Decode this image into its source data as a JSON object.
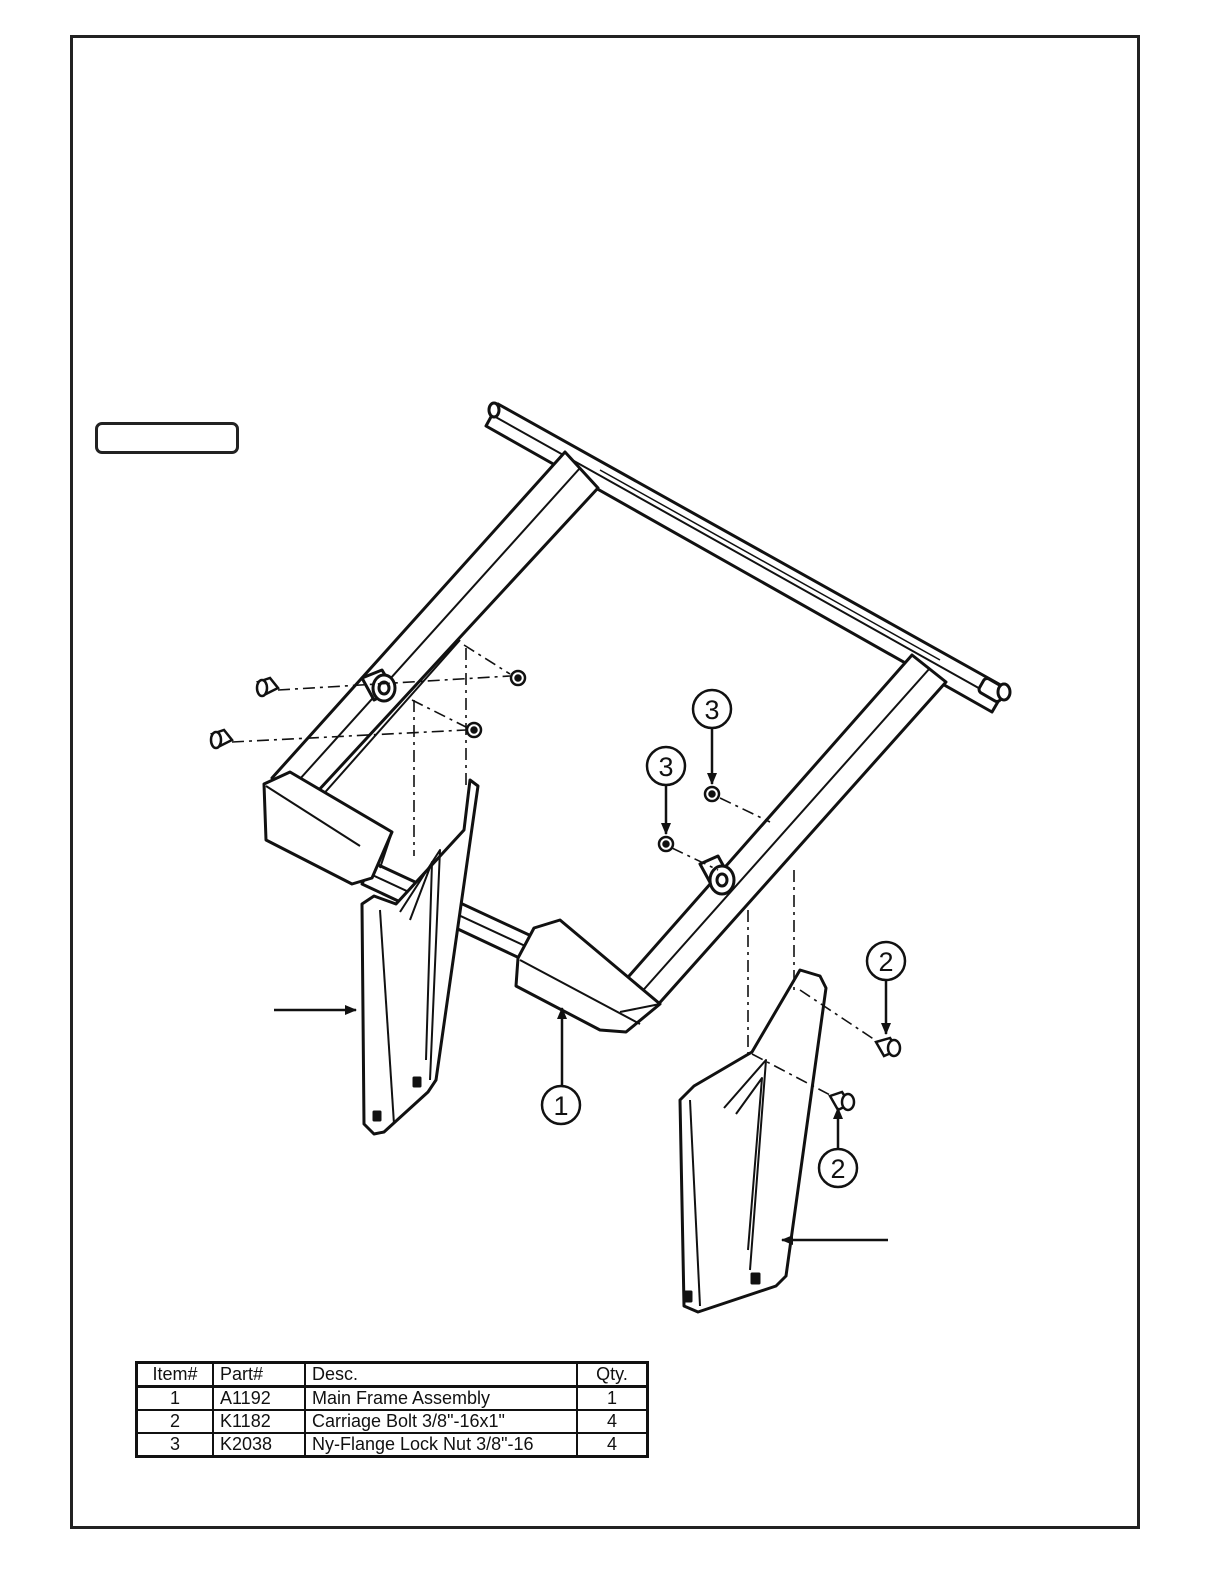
{
  "callouts": {
    "item1": "1",
    "item2a": "2",
    "item2b": "2",
    "item3a": "3",
    "item3b": "3"
  },
  "parts_table": {
    "headers": [
      "Item#",
      "Part#",
      "Desc.",
      "Qty."
    ],
    "rows": [
      {
        "item": "1",
        "part": "A1192",
        "desc": "Main Frame Assembly",
        "qty": "1"
      },
      {
        "item": "2",
        "part": "K1182",
        "desc": "Carriage Bolt 3/8\"-16x1\"",
        "qty": "4"
      },
      {
        "item": "3",
        "part": "K2038",
        "desc": "Ny-Flange Lock Nut 3/8\"-16",
        "qty": "4"
      }
    ]
  },
  "colors": {
    "line": "#111111",
    "fill": "#ffffff",
    "shade": "#dddddd"
  }
}
